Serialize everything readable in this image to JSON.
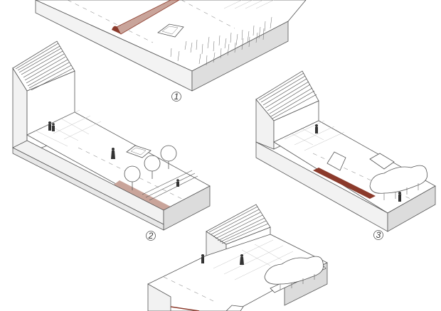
{
  "panels": [
    {
      "id": "1",
      "label": "1"
    },
    {
      "id": "2",
      "label": "2"
    },
    {
      "id": "3",
      "label": "3"
    },
    {
      "id": "4",
      "label": ""
    }
  ],
  "colors": {
    "ink": "#555555",
    "top": "#ffffff",
    "side_left": "#f0f0f0",
    "side_right": "#dcdcdc",
    "berm": "#8b3a2b",
    "berm_light": "#c9a49a",
    "sidewalk_grid": "#bdbdbd"
  }
}
